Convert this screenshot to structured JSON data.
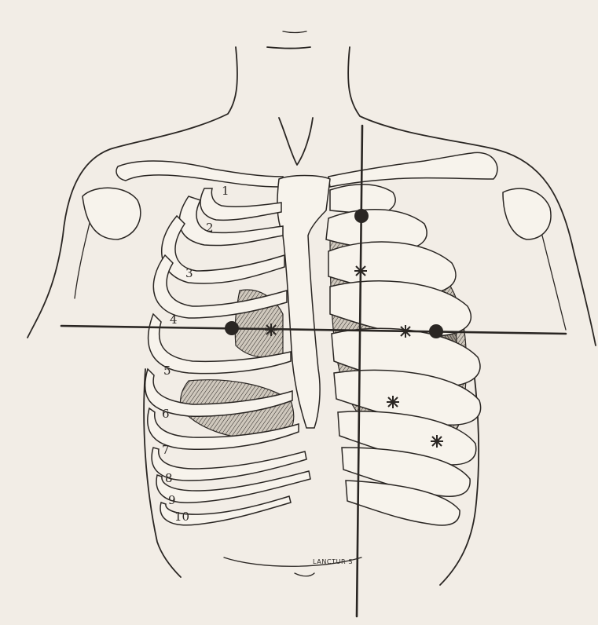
{
  "figure": {
    "rib_labels": [
      "1",
      "2",
      "3",
      "4",
      "5",
      "6",
      "7",
      "8",
      "9",
      "10"
    ],
    "engraver_signature": "LANCTUR S",
    "colors": {
      "paper": "#f2ede6",
      "ink": "#2a2623",
      "bone_fill": "#f7f3ec"
    },
    "markers": {
      "dot_icon": "filled-circle",
      "star_icon": "asterisk-star"
    }
  }
}
